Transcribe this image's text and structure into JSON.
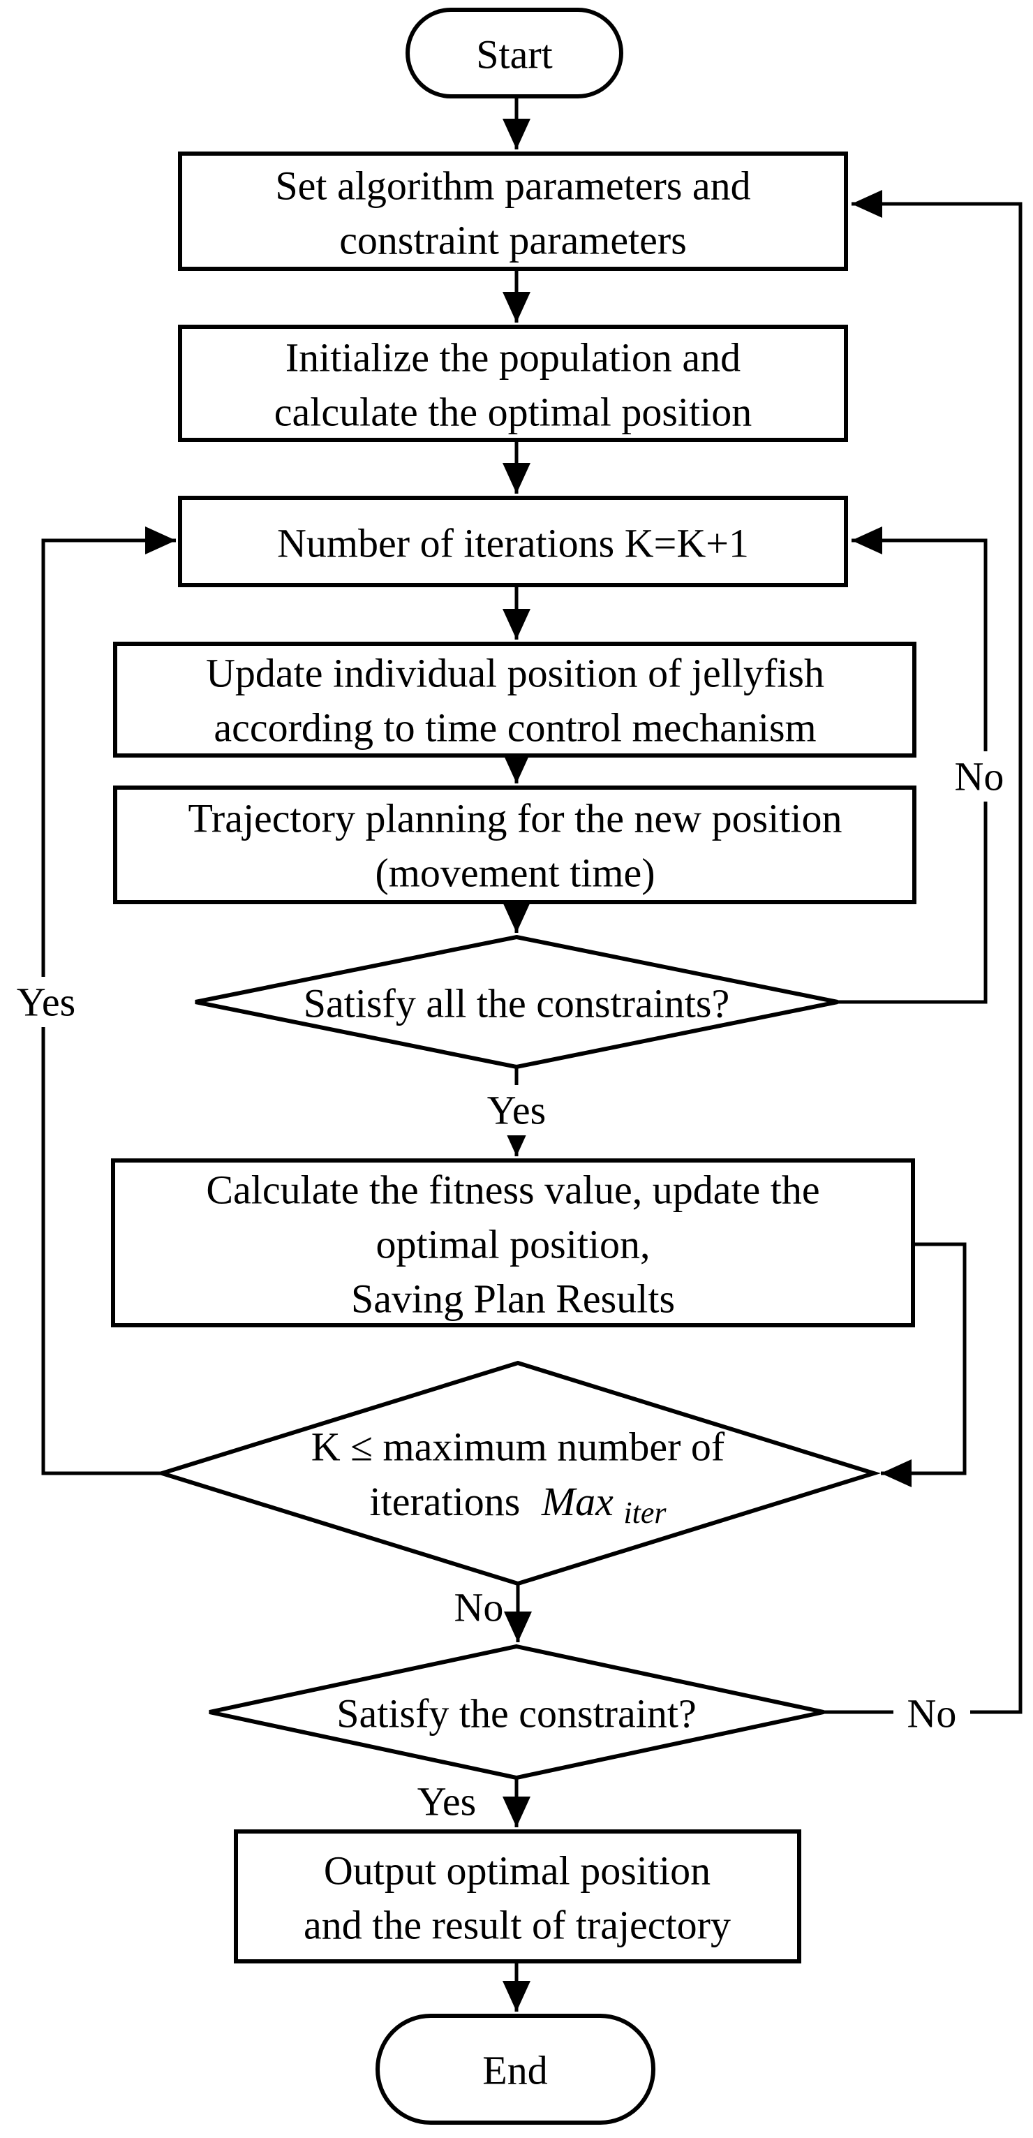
{
  "colors": {
    "line": "#000000",
    "background": "#ffffff"
  },
  "flowchart": {
    "nodes": {
      "start": {
        "label": "Start"
      },
      "set_params": {
        "lines": [
          "Set algorithm parameters and",
          "constraint parameters"
        ]
      },
      "init_population": {
        "lines": [
          "Initialize the population and",
          "calculate the optimal position"
        ]
      },
      "iteration_counter": {
        "label": "Number of iterations K=K+1"
      },
      "update_position": {
        "lines": [
          "Update individual position of jellyfish",
          "according to time control mechanism"
        ]
      },
      "trajectory_planning": {
        "lines": [
          "Trajectory planning for the new position",
          "(movement time)"
        ]
      },
      "constraints_decision": {
        "label": "Satisfy all the constraints?"
      },
      "calculate_fitness": {
        "lines": [
          "Calculate the fitness value, update the",
          "optimal position,",
          "Saving Plan Results"
        ]
      },
      "max_iter_decision": {
        "line1": "K ≤ maximum number of",
        "line2_prefix": "iterations",
        "line2_var": "Max",
        "line2_sub": "iter"
      },
      "constraint_decision": {
        "label": "Satisfy the constraint?"
      },
      "output_result": {
        "lines": [
          "Output optimal position",
          "and the result of trajectory"
        ]
      },
      "end": {
        "label": "End"
      }
    },
    "edge_labels": {
      "constraints_yes": "Yes",
      "constraints_no": "No",
      "max_iter_yes": "Yes",
      "max_iter_no": "No",
      "constraint_yes": "Yes",
      "constraint_no": "No"
    }
  }
}
